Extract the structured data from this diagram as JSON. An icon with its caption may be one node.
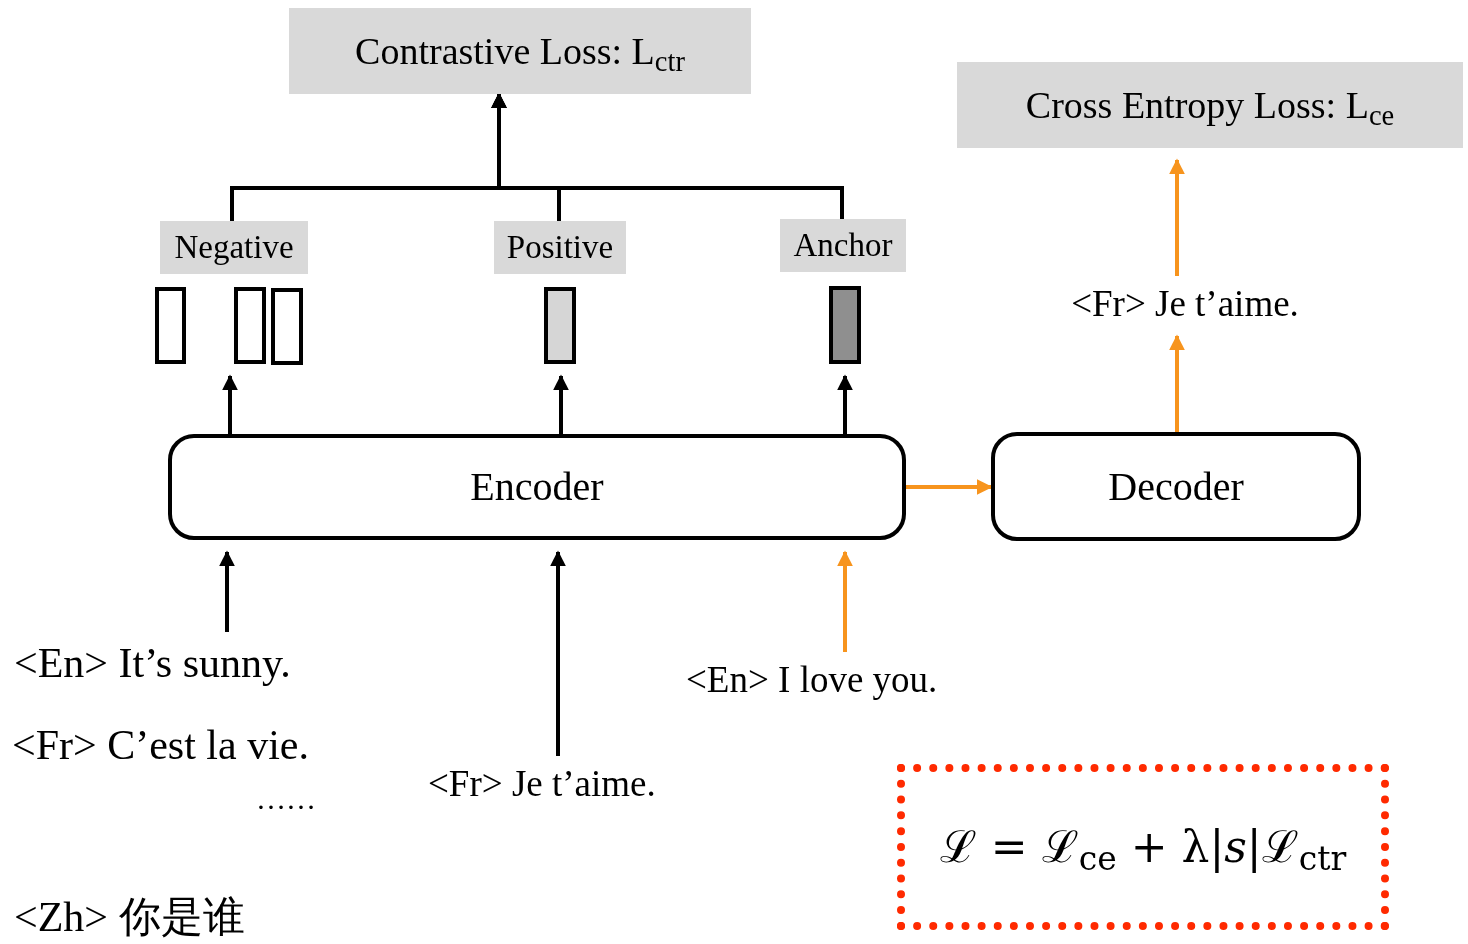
{
  "diagram": {
    "nodes": [
      {
        "text": [
          "Contrastive Loss: L$_{ctr}$"
        ]
      },
      {
        "text": [
          "Cross Entropy Loss: L$_{ce}$"
        ]
      },
      {
        "text": [
          "Negative"
        ]
      },
      {
        "text": [
          "Positive"
        ]
      },
      {
        "text": [
          "Anchor"
        ]
      },
      {
        "text": [],
        "shape": "bar"
      },
      {
        "text": [],
        "shape": "bar"
      },
      {
        "text": [],
        "shape": "bar"
      },
      {
        "text": [],
        "shape": "bar"
      },
      {
        "text": [],
        "shape": "bar"
      },
      {
        "text": [
          "Encoder"
        ]
      },
      {
        "text": [
          "Decoder"
        ]
      },
      {
        "text": [
          "<Fr> Je t’aime."
        ]
      },
      {
        "text": [
          "<En> It’s sunny."
        ]
      },
      {
        "text": [
          "<Fr> C’est la vie."
        ]
      },
      {
        "text": [
          "……"
        ]
      },
      {
        "text": [
          "<Zh> 你是谁"
        ]
      },
      {
        "text": [
          "<Fr> Je t’aime."
        ]
      },
      {
        "text": [
          "<En> I love you."
        ]
      },
      {
        "text": [
          "ℒ = ℒ$_{ce}$ + λ|*s*|ℒ$_{ctr}$"
        ]
      }
    ],
    "edges": [
      {
        "from": 2,
        "to": 0,
        "arrow": "to"
      },
      {
        "from": 3,
        "to": 0,
        "arrow": "to"
      },
      {
        "from": 4,
        "to": 0,
        "arrow": "to"
      },
      {
        "from": 10,
        "to": 6,
        "arrow": "to"
      },
      {
        "from": 10,
        "to": 8,
        "arrow": "to"
      },
      {
        "from": 10,
        "to": 9,
        "arrow": "to"
      },
      {
        "from": 13,
        "to": 10,
        "arrow": "to"
      },
      {
        "from": 17,
        "to": 10,
        "arrow": "to"
      },
      {
        "from": 18,
        "to": 10,
        "arrow": "to",
        "color": "#f7941d"
      },
      {
        "from": 10,
        "to": 11,
        "arrow": "to",
        "color": "#f7941d"
      },
      {
        "from": 11,
        "to": 12,
        "arrow": "to",
        "color": "#f7941d"
      },
      {
        "from": 12,
        "to": 1,
        "arrow": "to",
        "color": "#f7941d"
      }
    ]
  }
}
